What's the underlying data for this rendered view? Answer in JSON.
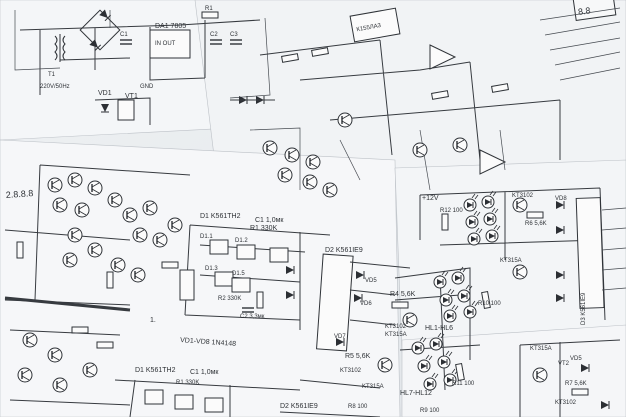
{
  "labels": {
    "da1": "DA1 7805",
    "vd1": "VD1",
    "vt1": "VT1",
    "gnd": "GND",
    "d1_k561th2": "D1 K561TH2",
    "c1_1": "C1 1,0мк",
    "r1_330k": "R1 330K",
    "d1_1": "D1.1",
    "d1_2": "D1.2",
    "d1_3": "D1.3",
    "d1_5": "D1.5",
    "vd1_vd8": "VD1-VD8 1N4148",
    "c2_33": "C2 3,3мк",
    "r2_330k": "R2 330K",
    "d2_k561ie9": "D2 K561IE9",
    "vd5": "VD5",
    "vd6": "VD6",
    "vd7": "VD7",
    "r4_56k": "R4 5,6K",
    "kt3102": "KT3102",
    "kt315a": "KT315A",
    "hl1_hl6": "HL1-HL6",
    "hl7_hl12": "HL7-HL12",
    "r10_100": "R10 100",
    "r11_100": "R11 100",
    "r5_56k": "R5 5,6K",
    "kt3102b": "KT3102",
    "kt315b": "KT315A",
    "p12v": "+12V",
    "r12_100": "R12 100",
    "kt3102c": "KT3102",
    "r6_56k": "R6 5,6K",
    "kt315c": "KT315A",
    "vd8": "VD8",
    "d3_k561ie9": "D3 K561IE9",
    "kt315d": "KT315A",
    "r7_56k": "R7 5,6K",
    "kt3102d": "KT3102",
    "vt2": "VT2",
    "vd5b": "VD5",
    "num1": "1.",
    "d1_k561th2_b": "D1 K561TH2",
    "c1_1b": "C1 1,0мк",
    "r1b": "R1 330K",
    "d2b": "D2 K561IE9",
    "r5b": "R5 5,6K",
    "r9_100": "R9 100",
    "r8_100": "R8 100",
    "hl7_hl12b": "HL7-HL12",
    "n220v": "220V/50Hz",
    "c1": "C1",
    "c2": "C2",
    "c3": "C3",
    "r1": "R1",
    "t1": "T1",
    "ic_top": "К155ЛА3",
    "digits": "2.8.8.8"
  }
}
